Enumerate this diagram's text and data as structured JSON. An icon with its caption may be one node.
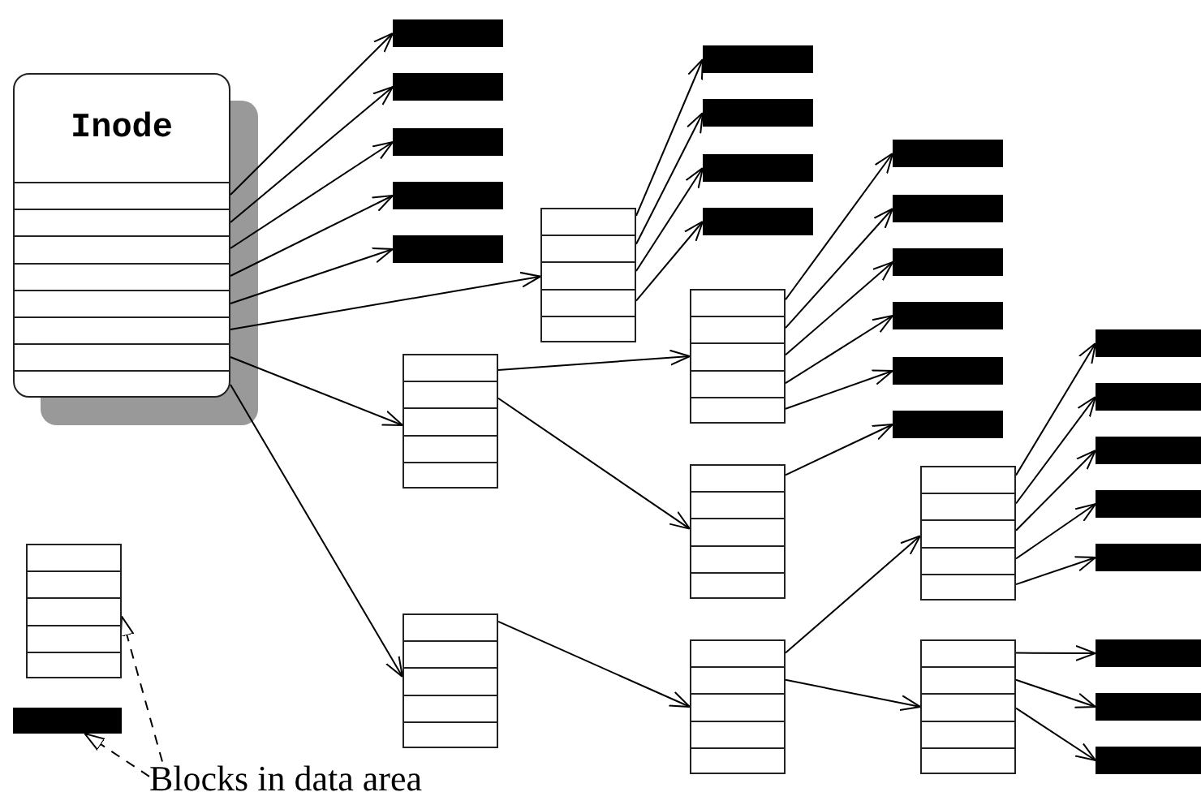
{
  "diagram": {
    "nodes": [
      {
        "text": [
          "Inode"
        ]
      },
      {
        "text": [],
        "shape": "bar"
      },
      {
        "text": [],
        "shape": "bar"
      },
      {
        "text": [],
        "shape": "bar"
      },
      {
        "text": [],
        "shape": "bar"
      },
      {
        "text": [],
        "shape": "bar"
      },
      {
        "text": [],
        "shape": "box"
      },
      {
        "text": [],
        "shape": "bar"
      },
      {
        "text": [],
        "shape": "bar"
      },
      {
        "text": [],
        "shape": "bar"
      },
      {
        "text": [],
        "shape": "bar"
      },
      {
        "text": [],
        "shape": "box"
      },
      {
        "text": [],
        "shape": "box"
      },
      {
        "text": [],
        "shape": "bar"
      },
      {
        "text": [],
        "shape": "bar"
      },
      {
        "text": [],
        "shape": "bar"
      },
      {
        "text": [],
        "shape": "bar"
      },
      {
        "text": [],
        "shape": "bar"
      },
      {
        "text": [],
        "shape": "bar"
      },
      {
        "text": [],
        "shape": "box"
      },
      {
        "text": [],
        "shape": "box"
      },
      {
        "text": [],
        "shape": "box"
      },
      {
        "text": [],
        "shape": "box"
      },
      {
        "text": [],
        "shape": "bar"
      },
      {
        "text": [],
        "shape": "bar"
      },
      {
        "text": [],
        "shape": "bar"
      },
      {
        "text": [],
        "shape": "bar"
      },
      {
        "text": [],
        "shape": "bar"
      },
      {
        "text": [],
        "shape": "box"
      },
      {
        "text": [],
        "shape": "bar"
      },
      {
        "text": [],
        "shape": "bar"
      },
      {
        "text": [],
        "shape": "bar"
      },
      {
        "text": [],
        "shape": "box"
      },
      {
        "text": [],
        "shape": "bar"
      },
      {
        "text": [
          "Blocks in data area"
        ]
      }
    ],
    "edges": [
      {
        "from": 0,
        "to": 1,
        "arrow": "to"
      },
      {
        "from": 0,
        "to": 2,
        "arrow": "to"
      },
      {
        "from": 0,
        "to": 3,
        "arrow": "to"
      },
      {
        "from": 0,
        "to": 4,
        "arrow": "to"
      },
      {
        "from": 0,
        "to": 5,
        "arrow": "to"
      },
      {
        "from": 0,
        "to": 6,
        "arrow": "to"
      },
      {
        "from": 0,
        "to": 11,
        "arrow": "to"
      },
      {
        "from": 0,
        "to": 20,
        "arrow": "to"
      },
      {
        "from": 6,
        "to": 7,
        "arrow": "to"
      },
      {
        "from": 6,
        "to": 8,
        "arrow": "to"
      },
      {
        "from": 6,
        "to": 9,
        "arrow": "to"
      },
      {
        "from": 6,
        "to": 10,
        "arrow": "to"
      },
      {
        "from": 11,
        "to": 12,
        "arrow": "to"
      },
      {
        "from": 11,
        "to": 19,
        "arrow": "to"
      },
      {
        "from": 12,
        "to": 13,
        "arrow": "to"
      },
      {
        "from": 12,
        "to": 14,
        "arrow": "to"
      },
      {
        "from": 12,
        "to": 15,
        "arrow": "to"
      },
      {
        "from": 12,
        "to": 16,
        "arrow": "to"
      },
      {
        "from": 12,
        "to": 17,
        "arrow": "to"
      },
      {
        "from": 19,
        "to": 18,
        "arrow": "to"
      },
      {
        "from": 20,
        "to": 21,
        "arrow": "to"
      },
      {
        "from": 21,
        "to": 22,
        "arrow": "to"
      },
      {
        "from": 21,
        "to": 28,
        "arrow": "to"
      },
      {
        "from": 22,
        "to": 23,
        "arrow": "to"
      },
      {
        "from": 22,
        "to": 24,
        "arrow": "to"
      },
      {
        "from": 22,
        "to": 25,
        "arrow": "to"
      },
      {
        "from": 22,
        "to": 26,
        "arrow": "to"
      },
      {
        "from": 22,
        "to": 27,
        "arrow": "to"
      },
      {
        "from": 28,
        "to": 29,
        "arrow": "to"
      },
      {
        "from": 28,
        "to": 30,
        "arrow": "to"
      },
      {
        "from": 28,
        "to": 31,
        "arrow": "to"
      },
      {
        "from": 34,
        "to": 32,
        "arrow": "to",
        "style": "dashed"
      },
      {
        "from": 34,
        "to": 33,
        "arrow": "to",
        "style": "dashed"
      }
    ]
  }
}
